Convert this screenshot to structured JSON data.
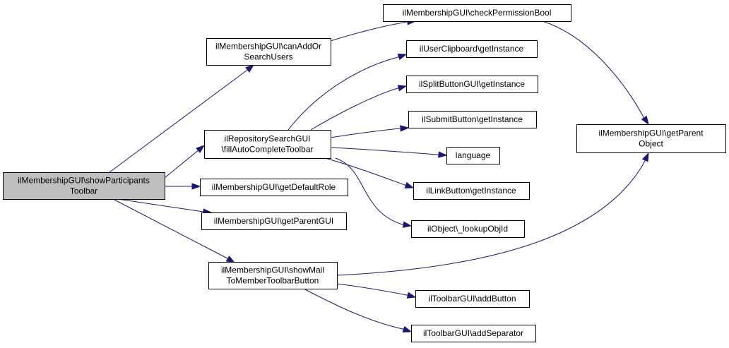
{
  "nodes": {
    "show_participants_toolbar": {
      "lines": [
        "ilMembershipGUI\\showParticipants",
        "Toolbar"
      ],
      "highlighted": true
    },
    "can_add_or_search_users": {
      "lines": [
        "ilMembershipGUI\\canAddOr",
        "SearchUsers"
      ]
    },
    "check_permission_bool": {
      "lines": [
        "ilMembershipGUI\\checkPermissionBool"
      ]
    },
    "user_clipboard_get_instance": {
      "lines": [
        "ilUserClipboard\\getInstance"
      ]
    },
    "split_button_get_instance": {
      "lines": [
        "ilSplitButtonGUI\\getInstance"
      ]
    },
    "submit_button_get_instance": {
      "lines": [
        "ilSubmitButton\\getInstance"
      ]
    },
    "language": {
      "lines": [
        "language"
      ]
    },
    "link_button_get_instance": {
      "lines": [
        "ilLinkButton\\getInstance"
      ]
    },
    "object_lookup_obj_id": {
      "lines": [
        "ilObject\\_lookupObjId"
      ]
    },
    "fill_auto_complete_toolbar": {
      "lines": [
        "ilRepositorySearchGUI",
        "\\fillAutoCompleteToolbar"
      ]
    },
    "get_default_role": {
      "lines": [
        "ilMembershipGUI\\getDefaultRole"
      ]
    },
    "get_parent_gui": {
      "lines": [
        "ilMembershipGUI\\getParentGUI"
      ]
    },
    "show_mail_to_member_toolbar_button": {
      "lines": [
        "ilMembershipGUI\\showMail",
        "ToMemberToolbarButton"
      ]
    },
    "toolbar_add_button": {
      "lines": [
        "ilToolbarGUI\\addButton"
      ]
    },
    "toolbar_add_separator": {
      "lines": [
        "ilToolbarGUI\\addSeparator"
      ]
    },
    "get_parent_object": {
      "lines": [
        "ilMembershipGUI\\getParent",
        "Object"
      ]
    }
  },
  "edges": [
    [
      "show_participants_toolbar",
      "can_add_or_search_users"
    ],
    [
      "show_participants_toolbar",
      "fill_auto_complete_toolbar"
    ],
    [
      "show_participants_toolbar",
      "get_default_role"
    ],
    [
      "show_participants_toolbar",
      "get_parent_gui"
    ],
    [
      "show_participants_toolbar",
      "show_mail_to_member_toolbar_button"
    ],
    [
      "can_add_or_search_users",
      "check_permission_bool"
    ],
    [
      "check_permission_bool",
      "get_parent_object"
    ],
    [
      "fill_auto_complete_toolbar",
      "user_clipboard_get_instance"
    ],
    [
      "fill_auto_complete_toolbar",
      "split_button_get_instance"
    ],
    [
      "fill_auto_complete_toolbar",
      "submit_button_get_instance"
    ],
    [
      "fill_auto_complete_toolbar",
      "language"
    ],
    [
      "fill_auto_complete_toolbar",
      "link_button_get_instance"
    ],
    [
      "fill_auto_complete_toolbar",
      "object_lookup_obj_id"
    ],
    [
      "show_mail_to_member_toolbar_button",
      "get_parent_object"
    ],
    [
      "show_mail_to_member_toolbar_button",
      "toolbar_add_button"
    ],
    [
      "show_mail_to_member_toolbar_button",
      "toolbar_add_separator"
    ]
  ],
  "colors": {
    "edge": "#191970",
    "node_border": "#000000",
    "node_fill": "#ffffff",
    "highlight_fill": "#bfbfbf"
  }
}
